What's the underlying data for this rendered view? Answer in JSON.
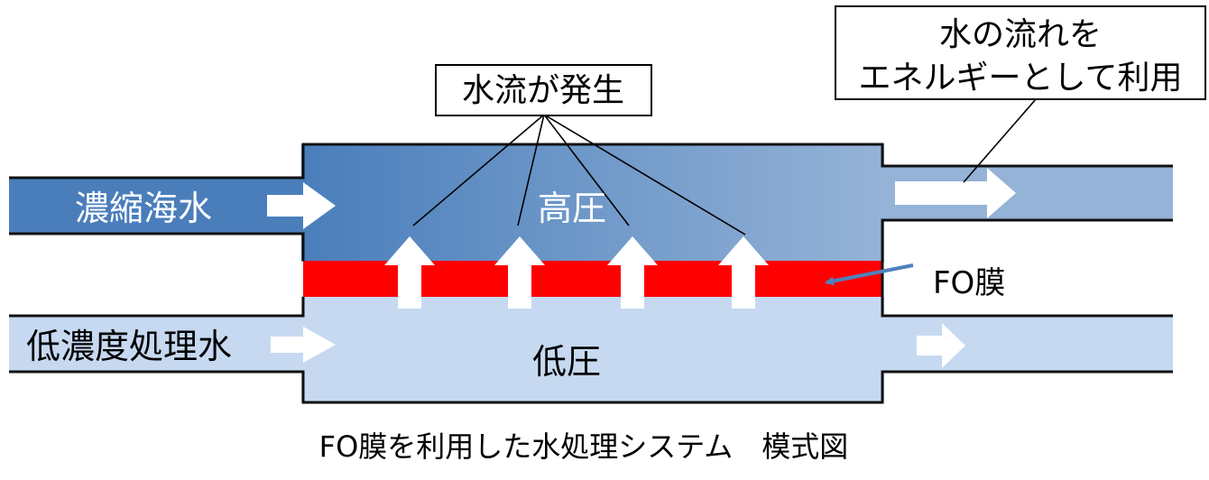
{
  "labels": {
    "concentrated_seawater": "濃縮海水",
    "low_concentration_treated_water": "低濃度処理水",
    "high_pressure": "高圧",
    "low_pressure": "低圧",
    "fo_membrane": "FO膜",
    "water_flow_generated": "水流が発生",
    "energy_line1": "水の流れを",
    "energy_line2": "エネルギーとして利用",
    "caption": "FO膜を利用した水処理システム　模式図"
  },
  "colors": {
    "high_pressure_dark": "#4a7ebb",
    "high_pressure_light": "#95b3d7",
    "low_pressure": "#c6d9f1",
    "membrane": "#ff0000",
    "border": "#111111",
    "arrow_fill": "#ffffff",
    "pointer_arrow": "#4f81bd"
  },
  "icons": {
    "flow_arrow": "right-arrow-icon",
    "permeation_arrow": "up-arrow-icon"
  }
}
